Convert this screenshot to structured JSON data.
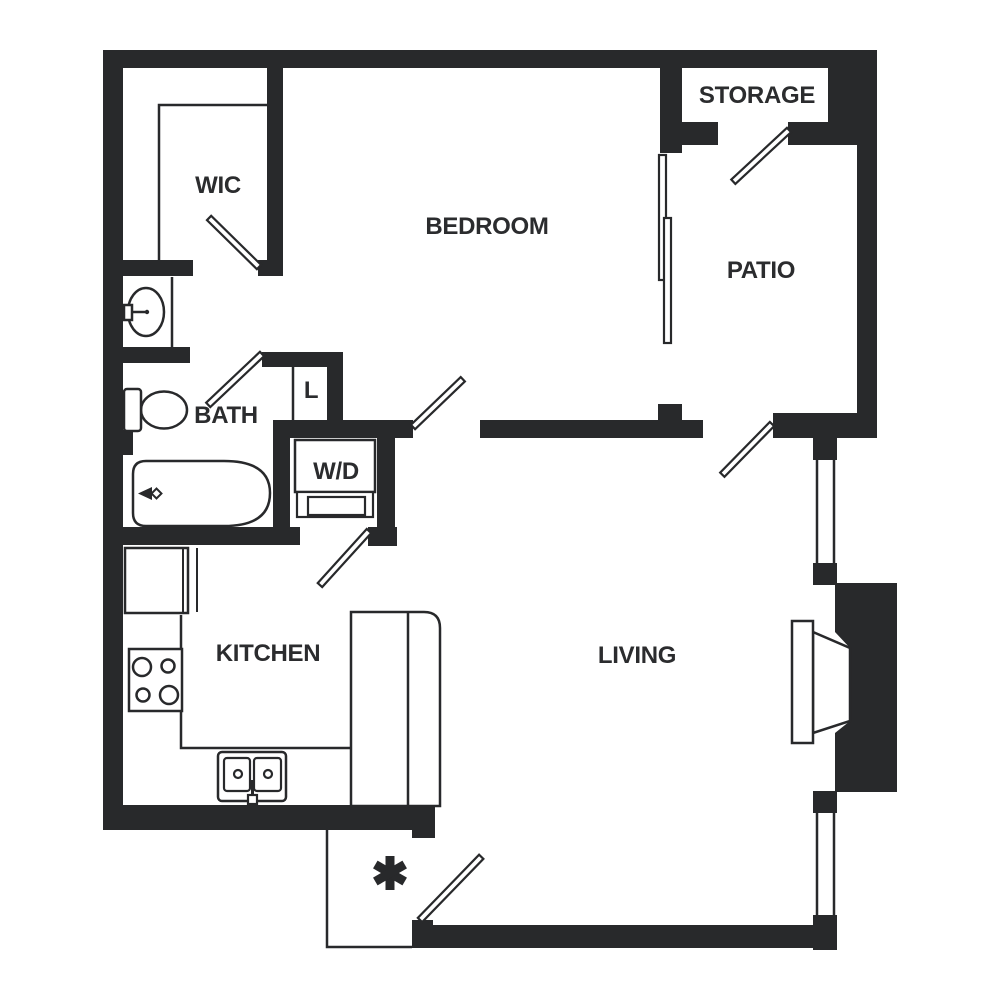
{
  "title": "One-bedroom apartment floor plan",
  "colors": {
    "wall": "#28292b",
    "text": "#2b2c2e",
    "background": "#ffffff"
  },
  "rooms": {
    "wic": {
      "label": "WIC"
    },
    "bedroom": {
      "label": "BEDROOM"
    },
    "storage": {
      "label": "STORAGE"
    },
    "patio": {
      "label": "PATIO"
    },
    "bath": {
      "label": "BATH"
    },
    "linen": {
      "label": "L"
    },
    "laundry": {
      "label": "W/D"
    },
    "kitchen": {
      "label": "KITCHEN"
    },
    "living": {
      "label": "LIVING"
    }
  },
  "markers": {
    "entry_symbol": "✱"
  },
  "fixtures": [
    "pedestal-sink",
    "toilet",
    "bathtub",
    "washer-dryer",
    "refrigerator",
    "stove",
    "kitchen-sink",
    "counter-peninsula",
    "fireplace",
    "sliding-glass-door",
    "windows"
  ]
}
